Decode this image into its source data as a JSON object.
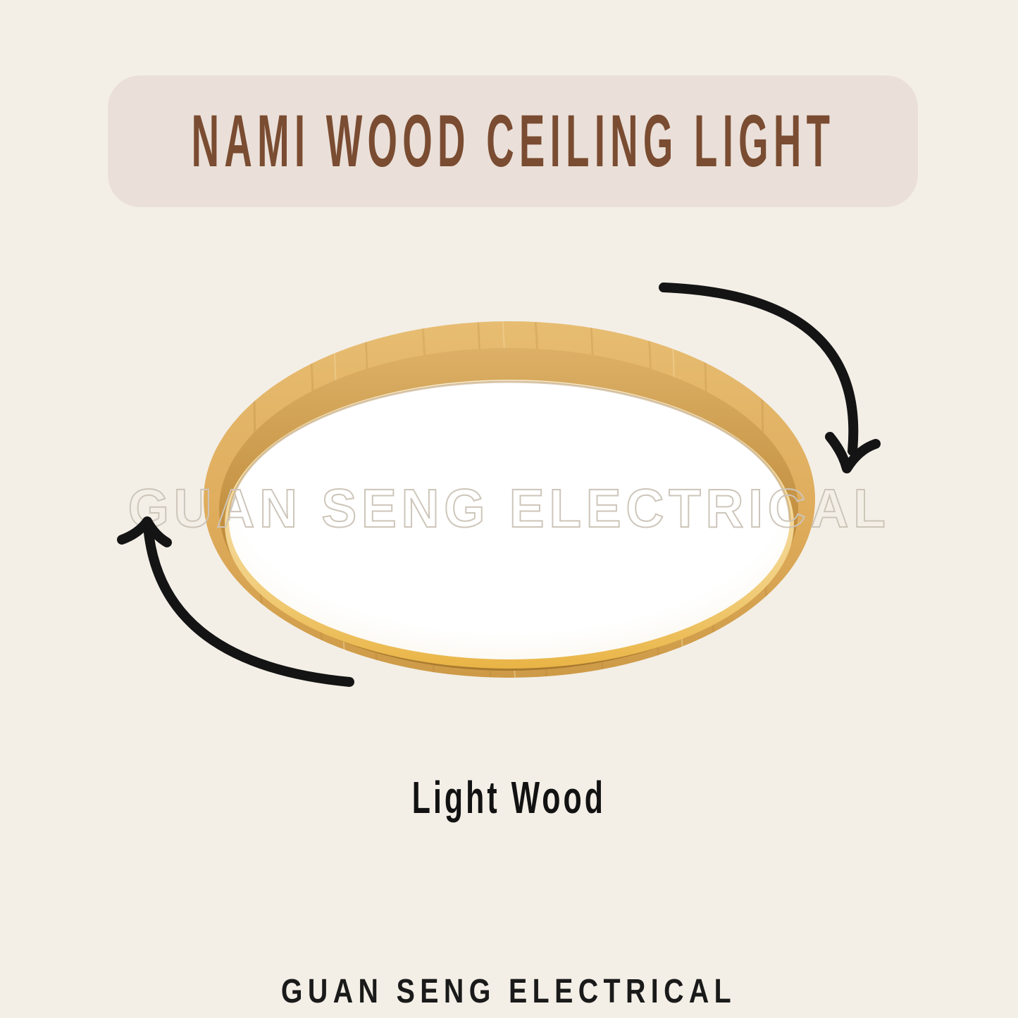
{
  "page": {
    "background_color": "#f3efe7"
  },
  "banner": {
    "title": "NAMI WOOD CEILING LIGHT",
    "background_color": "#eae0d9",
    "text_color": "#7a4c31"
  },
  "product_image": {
    "description": "round wood-rim LED ceiling light, angled view",
    "watermark": "GUAN SENG ELECTRICAL",
    "colors": {
      "wood_top": "#e7bd72",
      "wood_mid": "#dfac5c",
      "wood_bottom": "#cd9a47",
      "wood_wall_top": "#dcb066",
      "wood_wall_mid": "#c08c3c",
      "wood_wall_bottom": "#a87a2f",
      "glow_top": "#f7ecd2",
      "glow_mid": "#f2cf7f",
      "glow_bottom": "#e9b445",
      "panel": "#ffffff",
      "panel_edge": "#fbf7ee"
    },
    "rotation_arrow_color": "#141414"
  },
  "variant": {
    "label": "Light Wood",
    "text_color": "#121212"
  },
  "footer": {
    "brand": "GUAN SENG ELECTRICAL",
    "text_color": "#1a1a1a"
  }
}
